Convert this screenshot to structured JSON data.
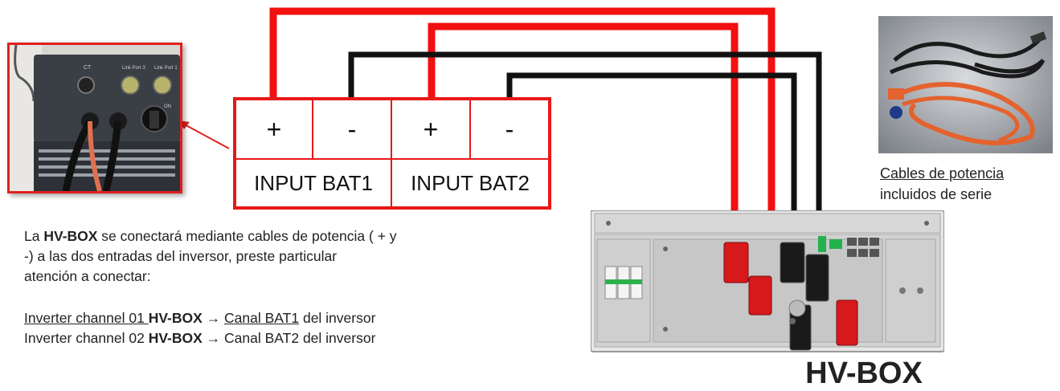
{
  "terminals": {
    "plus1": "+",
    "minus1": "-",
    "plus2": "+",
    "minus2": "-",
    "input_bat1": "INPUT BAT1",
    "input_bat2": "INPUT BAT2"
  },
  "cables_caption": {
    "line1": "Cables de potencia",
    "line2": "incluidos de serie"
  },
  "description": {
    "p1_pre": "La ",
    "p1_bold": "HV-BOX",
    "p1_line1_post": " se conectará mediante cables de potencia ( + y",
    "p1_line2": "-) a las dos entradas del inversor, preste particular",
    "p1_line3": "atención a conectar:",
    "row1_underlined": "Inverter channel 01 ",
    "row1_bold": "HV-BOX",
    "row1_arrow": " → ",
    "row1_target": "Canal BAT1",
    "row1_post": " del inversor",
    "row2_pre": "Inverter channel 02 ",
    "row2_bold": "HV-BOX",
    "row2_arrow": " → ",
    "row2_target": "Canal BAT2 del inversor"
  },
  "hvbox_title": "HV-BOX",
  "inverter_labels": {
    "ct": "CT",
    "link3": "Link Port 3",
    "link1": "Link Port 1",
    "on": "ON"
  },
  "colors": {
    "positive_wire": "#f21010",
    "negative_wire": "#111111",
    "frame_red": "#e81818"
  }
}
